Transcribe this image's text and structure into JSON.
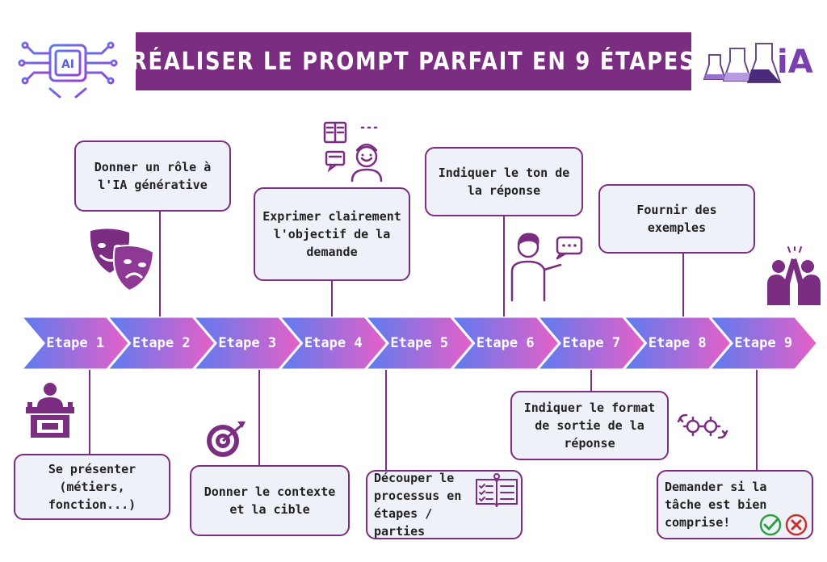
{
  "title": "RÉALISER LE PROMPT PARFAIT EN 9 ÉTAPES",
  "logo_text": "iA",
  "chip_text": "AI",
  "steps": [
    {
      "label": "Etape 1",
      "text": "Se présenter (métiers, fonction...)"
    },
    {
      "label": "Etape 2",
      "text": "Donner un rôle à l'IA générative"
    },
    {
      "label": "Etape 3",
      "text": "Donner le contexte et la cible"
    },
    {
      "label": "Etape 4",
      "text": "Exprimer clairement l'objectif de la demande"
    },
    {
      "label": "Etape 5",
      "text": "Découper le processus en étapes / parties"
    },
    {
      "label": "Etape 6",
      "text": "Indiquer le ton de la réponse"
    },
    {
      "label": "Etape 7",
      "text": "Indiquer le format de sortie de la réponse"
    },
    {
      "label": "Etape 8",
      "text": "Fournir des exemples"
    },
    {
      "label": "Etape 9",
      "text": "Demander si la tâche est bien comprise!"
    }
  ],
  "colors": {
    "brand": "#7b2d82",
    "gradient_start": "#5b7cf0",
    "gradient_end": "#e85fc7",
    "box_bg": "#eef1f8",
    "check": "#2ea043",
    "cross": "#c9302c"
  },
  "icons": [
    "ai-chip-icon",
    "flasks-icon",
    "theater-masks-icon",
    "speaker-podium-icon",
    "target-icon",
    "user-ideas-icon",
    "checklist-book-icon",
    "speaking-person-icon",
    "gears-icon",
    "high-five-icon",
    "check-icon",
    "cross-icon"
  ]
}
